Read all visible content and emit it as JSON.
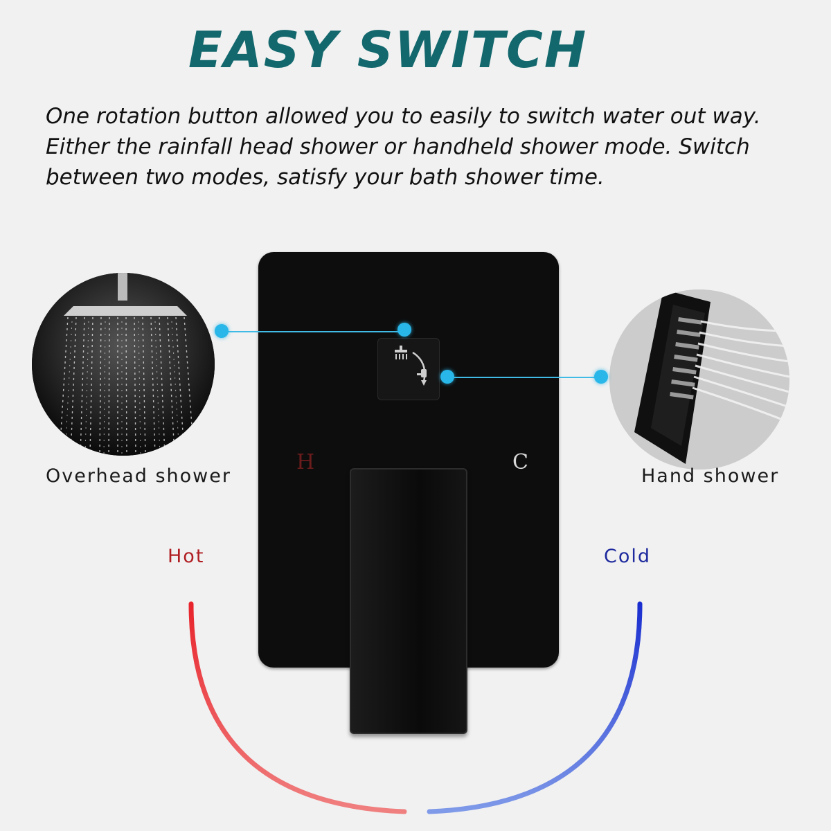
{
  "title": "EASY SWITCH",
  "description": {
    "line1": "One rotation button allowed you to easily to switch water out way.",
    "line2": "Either the rainfall head shower or handheld shower mode. Switch",
    "line3": "between two modes, satisfy your bath shower time."
  },
  "left_feature": {
    "label": "Overhead shower",
    "icon": "rainfall-shower-head-icon"
  },
  "right_feature": {
    "label": "Hand shower",
    "icon": "handheld-shower-icon"
  },
  "valve": {
    "hot_letter": "H",
    "cold_letter": "C"
  },
  "temperature": {
    "hot_label": "Hot",
    "cold_label": "Cold"
  },
  "colors": {
    "title": "#13686d",
    "hot": "#e8242c",
    "cold": "#1a2ed0",
    "accent_dot": "#29b6e8",
    "plate": "#0d0d0d"
  }
}
